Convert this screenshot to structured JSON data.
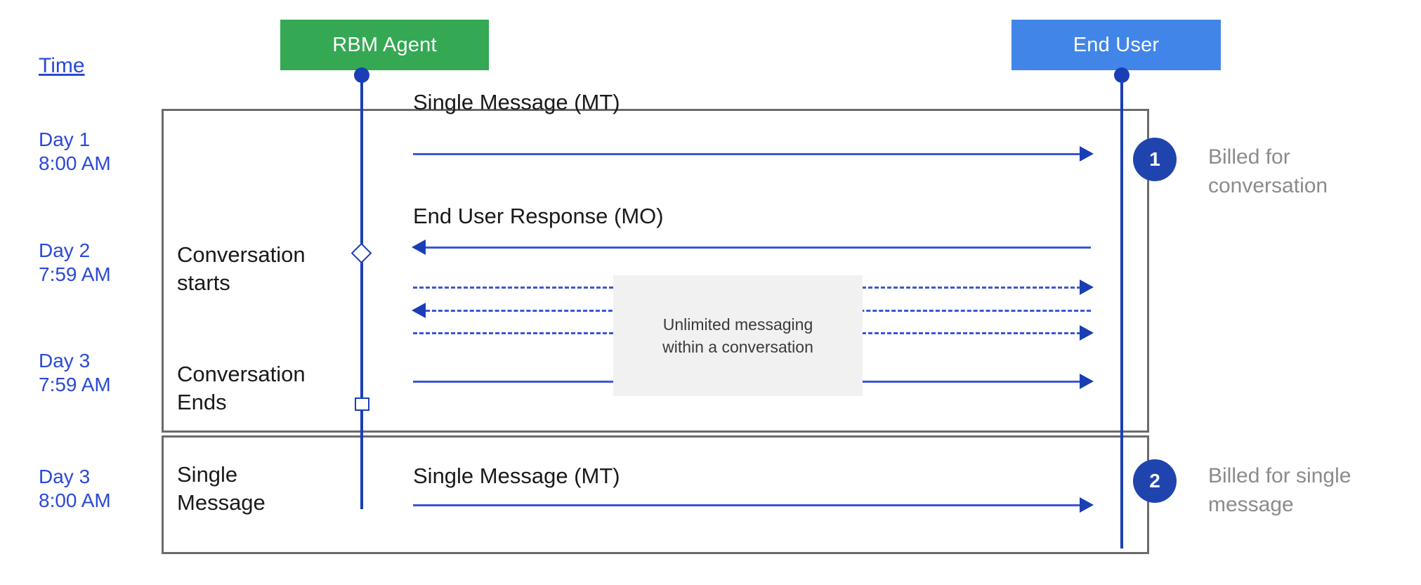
{
  "time_column": {
    "header": "Time",
    "stamps": [
      {
        "id": "t1",
        "text": "Day 1\n8:00 AM"
      },
      {
        "id": "t2",
        "text": "Day 2\n7:59 AM"
      },
      {
        "id": "t3",
        "text": "Day 3\n7:59 AM"
      },
      {
        "id": "t4",
        "text": "Day 3\n8:00 AM"
      }
    ]
  },
  "actors": [
    {
      "id": "rbm-agent",
      "label": "RBM Agent",
      "color": "#34a853"
    },
    {
      "id": "end-user",
      "label": "End User",
      "color": "#4285e8"
    }
  ],
  "states": {
    "conversation_starts": "Conversation\nstarts",
    "conversation_ends": "Conversation\nEnds",
    "single_message": "Single\nMessage"
  },
  "messages": [
    {
      "id": "m1",
      "label": "Single Message (MT)",
      "direction": "right",
      "style": "solid"
    },
    {
      "id": "m2",
      "label": "End User Response (MO)",
      "direction": "left",
      "style": "solid"
    },
    {
      "id": "m3",
      "label": "",
      "direction": "right",
      "style": "dashed"
    },
    {
      "id": "m4",
      "label": "",
      "direction": "left",
      "style": "dashed"
    },
    {
      "id": "m5",
      "label": "",
      "direction": "right",
      "style": "dashed"
    },
    {
      "id": "m6",
      "label": "",
      "direction": "right",
      "style": "solid"
    },
    {
      "id": "m7",
      "label": "Single Message (MT)",
      "direction": "right",
      "style": "solid"
    }
  ],
  "note": {
    "text": "Unlimited messaging\nwithin a conversation",
    "background": "#f1f1f1"
  },
  "billing": [
    {
      "number": "1",
      "caption": "Billed for\nconversation"
    },
    {
      "number": "2",
      "caption": "Billed for single\nmessage"
    }
  ],
  "colors": {
    "agent_green": "#34a853",
    "user_blue": "#4285e8",
    "line_blue": "#3b55d9",
    "badge_navy": "#1f44ad",
    "time_blue": "#2b49d6",
    "frame_gray": "#6b6b6b",
    "caption_gray": "#8b8b8b"
  }
}
